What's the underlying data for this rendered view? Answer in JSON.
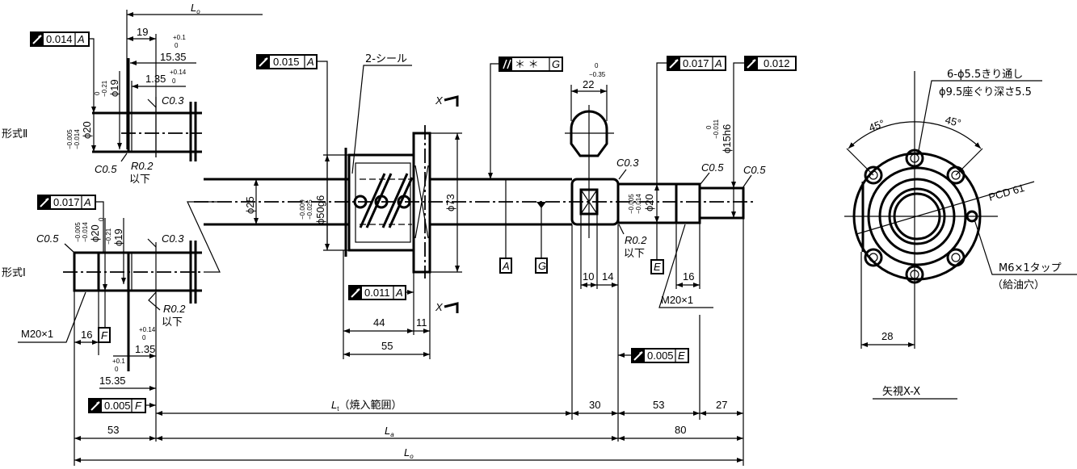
{
  "top": {
    "lo": {
      "letter": "L",
      "sub": "o"
    },
    "dim19": "19",
    "dim1535": "15.35",
    "tol1535": [
      "+0.1",
      "0"
    ],
    "dim135": "1.35",
    "tol135": [
      "+0.14",
      "0"
    ]
  },
  "form2": {
    "label": "形式Ⅱ",
    "runout": {
      "value": "0.014",
      "datum": "A"
    },
    "phi19": "ϕ19",
    "phi19_tol": [
      "0",
      "−0.21"
    ],
    "phi20": "ϕ20",
    "phi20_tol": [
      "−0.005",
      "−0.014"
    ],
    "c03": "C0.3",
    "c05": "C0.5",
    "r02": "R0.2",
    "below": "以下"
  },
  "form1": {
    "label": "形式Ⅰ",
    "runout": {
      "value": "0.017",
      "datum": "A"
    },
    "c05": "C0.5",
    "phi20": "ϕ20",
    "phi20_tol": [
      "−0.005",
      "−0.014"
    ],
    "phi19": "ϕ19",
    "phi19_tol": [
      "0",
      "−0.21"
    ],
    "c03": "C0.3",
    "r02": "R0.2",
    "below": "以下",
    "thread": "M20×1",
    "dim16": "16",
    "datum_f": "F",
    "dim135": "1.35",
    "tol135": [
      "+0.14",
      "0"
    ],
    "dim1535": "15.35",
    "tol1535": [
      "+0.1",
      "0"
    ],
    "runout_f": {
      "value": "0.005",
      "datum": "F"
    }
  },
  "nut": {
    "phi25": "ϕ25",
    "phi50": "ϕ50g6",
    "phi50_tol": [
      "−0.009",
      "−0.025"
    ],
    "runout": {
      "value": "0.015",
      "datum": "A"
    },
    "seal": "2-シール",
    "phi73": "ϕ73",
    "runout_face": {
      "value": "0.011",
      "datum": "A"
    },
    "dim44": "44",
    "dim11": "11",
    "dim55": "55",
    "section_mark": "X"
  },
  "shaft_right": {
    "parallel": {
      "value": "＊ ＊",
      "datum": "G"
    },
    "datum_a": "A",
    "datum_g": "G",
    "key22": "22",
    "key22_tol": [
      "0",
      "−0.35"
    ],
    "c03": "C0.3",
    "phi20": "ϕ20",
    "phi20_tol": [
      "−0.005",
      "−0.014"
    ],
    "r02": "R0.2",
    "below": "以下",
    "datum_e": "E",
    "dim10": "10",
    "dim14": "14",
    "dim16": "16",
    "thread": "M20×1",
    "runout1": {
      "value": "0.017",
      "datum": "A"
    },
    "runout2": {
      "value": "0.012"
    },
    "phi15": "ϕ15h6",
    "phi15_tol": [
      "0",
      "−0.011"
    ],
    "c05a": "C0.5",
    "c05b": "C0.5",
    "runout_e": {
      "value": "0.005",
      "datum": "E"
    }
  },
  "bottom": {
    "l1": {
      "letter": "L",
      "sub": "t",
      "note": "（焼入範囲）"
    },
    "d30": "30",
    "d53a": "53",
    "d27": "27",
    "d53b": "53",
    "la": {
      "letter": "L",
      "sub": "a"
    },
    "d80": "80",
    "lo": {
      "letter": "L",
      "sub": "o"
    }
  },
  "view": {
    "holes1": "6-ϕ5.5きり通し",
    "holes2": "ϕ9.5座ぐり深さ5.5",
    "ang1": "45°",
    "ang2": "45°",
    "pcd": "PCD 61",
    "tap": "M6×1タップ",
    "tap_note": "（給油穴）",
    "d28": "28",
    "title": "矢視X-X"
  }
}
